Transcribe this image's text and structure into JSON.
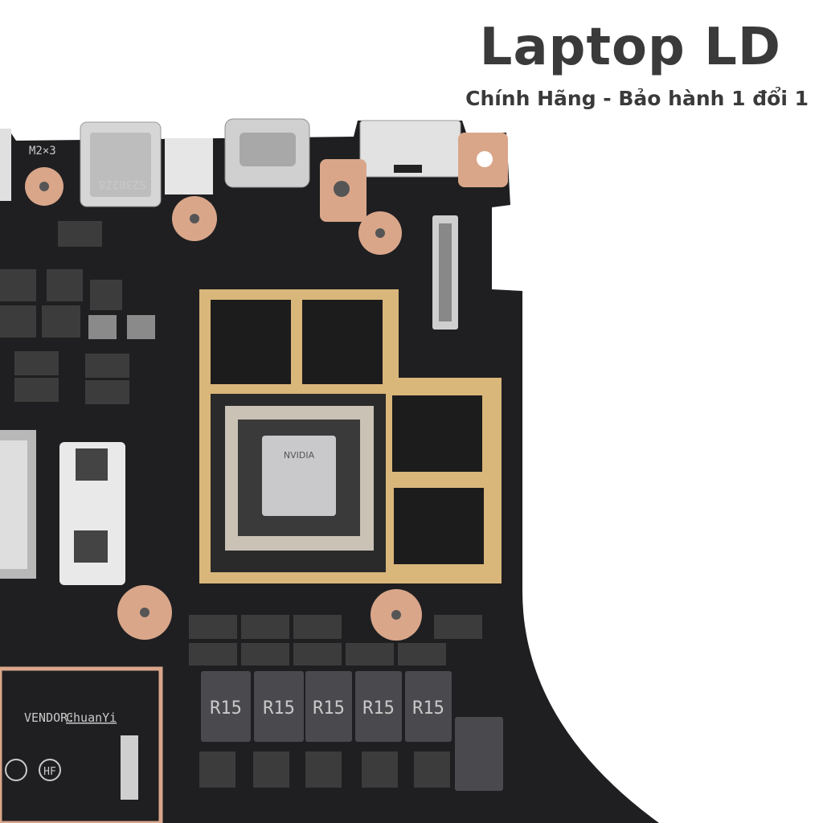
{
  "header": {
    "title": "Laptop LD",
    "subtitle": "Chính Hãng - Bảo hành 1 đổi 1"
  },
  "board": {
    "screw_label": "M2×3",
    "port_code": "S2302Z8",
    "vendor_label": "VENDOR:",
    "vendor_name": "ChuanYi",
    "gpu_brand": "NVIDIA",
    "inductor_codes": [
      "R15",
      "R15",
      "R15",
      "R15",
      "R15"
    ],
    "hf_mark": "HF"
  },
  "colors": {
    "pcb": "#1f1f21",
    "copper_frame": "#d9b67a",
    "screw_pad": "#d9a68a",
    "text": "#3a3a3a"
  }
}
